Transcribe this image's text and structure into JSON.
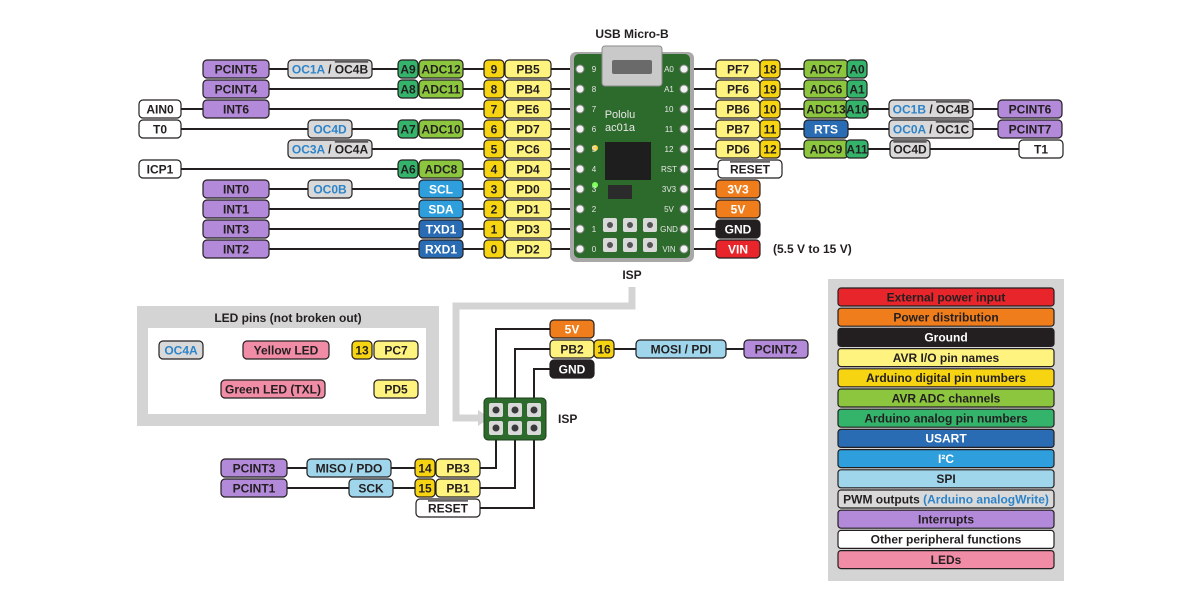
{
  "usb_label": "USB Micro-B",
  "isp_label_top": "ISP",
  "isp_header_label": "ISP",
  "vin_range": "(5.5 V to 15 V)",
  "board": {
    "name": "Pololu",
    "id": "ac01a",
    "silk_left": [
      "9",
      "8",
      "7",
      "6",
      "5",
      "4",
      "3",
      "2",
      "1",
      "0"
    ],
    "silk_right": [
      "A0",
      "A1",
      "10",
      "11",
      "12",
      "RST",
      "3V3",
      "5V",
      "GND",
      "VIN"
    ]
  },
  "colors": {
    "external_power": "#e8252b",
    "power_distribution": "#f07d1b",
    "ground": "#231f20",
    "avr_io": "#fff37f",
    "arduino_digital": "#f6d412",
    "avr_adc": "#8cc63f",
    "arduino_analog": "#34b36b",
    "usart": "#2a6cb3",
    "i2c": "#2e9fdc",
    "spi": "#9fd6ec",
    "pwm": "#d9d9d9",
    "pwm_text": "#2e84c9",
    "interrupts": "#b389d9",
    "other": "#ffffff",
    "leds": "#f08ca6",
    "panel": "#d4d4d4",
    "board_green": "#2d6b2c"
  },
  "left_rows": [
    {
      "pcint": "PCINT5",
      "pwm": [
        "OC1A",
        "OC4B"
      ],
      "analog": "A9",
      "adc": "ADC12",
      "digital": "9",
      "io": "PB5"
    },
    {
      "pcint": "PCINT4",
      "analog": "A8",
      "adc": "ADC11",
      "digital": "8",
      "io": "PB4"
    },
    {
      "other": "AIN0",
      "pcint": "INT6",
      "digital": "7",
      "io": "PE6"
    },
    {
      "other": "T0",
      "pwm": [
        "OC4D"
      ],
      "analog": "A7",
      "adc": "ADC10",
      "digital": "6",
      "io": "PD7"
    },
    {
      "pwm": [
        "OC3A",
        "OC4A"
      ],
      "digital": "5",
      "io": "PC6"
    },
    {
      "other": "ICP1",
      "analog": "A6",
      "adc": "ADC8",
      "digital": "4",
      "io": "PD4"
    },
    {
      "pcint": "INT0",
      "pwm": [
        "OC0B"
      ],
      "comm": "SCL",
      "digital": "3",
      "io": "PD0"
    },
    {
      "pcint": "INT1",
      "comm": "SDA",
      "digital": "2",
      "io": "PD1"
    },
    {
      "pcint": "INT3",
      "comm": "TXD1",
      "digital": "1",
      "io": "PD3"
    },
    {
      "pcint": "INT2",
      "comm": "RXD1",
      "digital": "0",
      "io": "PD2"
    }
  ],
  "right_rows": [
    {
      "io": "PF7",
      "digital": "18",
      "adc": "ADC7",
      "analog": "A0"
    },
    {
      "io": "PF6",
      "digital": "19",
      "adc": "ADC6",
      "analog": "A1"
    },
    {
      "io": "PB6",
      "digital": "10",
      "adc": "ADC13",
      "analog": "A10",
      "pwm": [
        "OC1B",
        "OC4B"
      ],
      "pcint": "PCINT6"
    },
    {
      "io": "PB7",
      "digital": "11",
      "comm": "RTS",
      "pwm": [
        "OC0A",
        "OC1C"
      ],
      "pcint": "PCINT7"
    },
    {
      "io": "PD6",
      "digital": "12",
      "adc": "ADC9",
      "analog": "A11",
      "pwm": [
        "OC4D"
      ],
      "other": "T1"
    },
    {
      "reset": "RESET"
    },
    {
      "power": "3V3"
    },
    {
      "power": "5V"
    },
    {
      "gnd": "GND"
    },
    {
      "vin": "VIN"
    }
  ],
  "led_box": {
    "title": "LED pins (not broken out)",
    "yellow": {
      "pwm": "OC4A",
      "led": "Yellow LED",
      "digital": "13",
      "io": "PC7"
    },
    "green": {
      "led": "Green LED (TXL)",
      "io": "PD5"
    }
  },
  "isp": {
    "five_v": "5V",
    "mosi": {
      "io": "PB2",
      "digital": "16",
      "spi": "MOSI / PDI",
      "pcint": "PCINT2"
    },
    "gnd": "GND",
    "miso": {
      "pcint": "PCINT3",
      "spi": "MISO / PDO",
      "digital": "14",
      "io": "PB3"
    },
    "sck": {
      "pcint": "PCINT1",
      "spi": "SCK",
      "digital": "15",
      "io": "PB1"
    },
    "reset": "RESET"
  },
  "legend": [
    {
      "label": "External power input",
      "color": "#e8252b",
      "text": "#231f20"
    },
    {
      "label": "Power distribution",
      "color": "#f07d1b",
      "text": "#231f20"
    },
    {
      "label": "Ground",
      "color": "#231f20",
      "text": "#ffffff"
    },
    {
      "label": "AVR I/O pin names",
      "color": "#fff37f",
      "text": "#231f20"
    },
    {
      "label": "Arduino digital pin numbers",
      "color": "#f6d412",
      "text": "#231f20"
    },
    {
      "label": "AVR ADC channels",
      "color": "#8cc63f",
      "text": "#231f20"
    },
    {
      "label": "Arduino analog pin numbers",
      "color": "#34b36b",
      "text": "#231f20"
    },
    {
      "label": "USART",
      "color": "#2a6cb3",
      "text": "#ffffff"
    },
    {
      "label": "I²C",
      "color": "#2e9fdc",
      "text": "#ffffff"
    },
    {
      "label": "SPI",
      "color": "#9fd6ec",
      "text": "#231f20"
    },
    {
      "label": "PWM outputs",
      "label_extra": "(Arduino analogWrite)",
      "color": "#d9d9d9",
      "text": "#231f20"
    },
    {
      "label": "Interrupts",
      "color": "#b389d9",
      "text": "#231f20"
    },
    {
      "label": "Other peripheral functions",
      "color": "#ffffff",
      "text": "#231f20"
    },
    {
      "label": "LEDs",
      "color": "#f08ca6",
      "text": "#231f20"
    }
  ]
}
